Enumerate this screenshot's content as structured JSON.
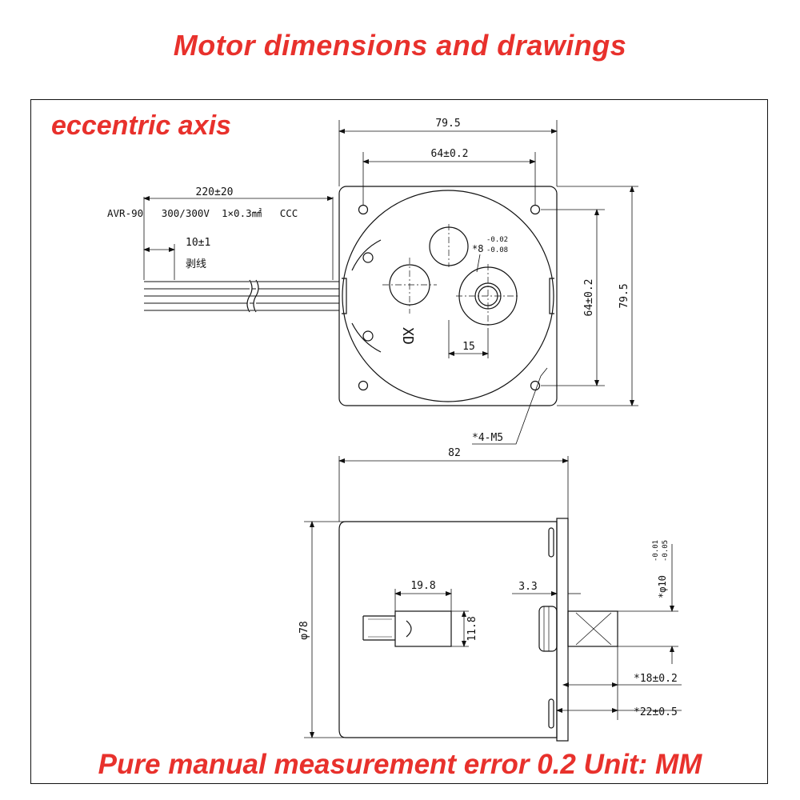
{
  "header": {
    "title": "Motor dimensions and drawings"
  },
  "variant_label": "eccentric axis",
  "footer": {
    "note": "Pure manual measurement error 0.2 Unit: MM"
  },
  "top_view": {
    "overall_width": "79.5",
    "hole_spacing_x": "64±0.2",
    "cable_length": "220±20",
    "cable_spec": "AVR-90   300/300V  1×0.3㎟   CCC",
    "strip_length": "10±1",
    "strip_label": "剥线",
    "shaft_dia_base": "*8",
    "shaft_tol_upper": "-0.02",
    "shaft_tol_lower": "-0.08",
    "hole_spacing_y": "64±0.2",
    "overall_height": "79.5",
    "eccentric_offset": "15",
    "mounting_holes": "*4-M5",
    "face_marking": "XD"
  },
  "side_view": {
    "body_length": "82",
    "body_diameter": "φ78",
    "connector_width": "19.8",
    "connector_height": "11.8",
    "flange_thickness": "3.3",
    "output_dia": "*φ10",
    "output_tol_upper": "-0.01",
    "output_tol_lower": "-0.05",
    "shaft_len_1": "*18±0.2",
    "shaft_len_2": "*22±0.5"
  }
}
